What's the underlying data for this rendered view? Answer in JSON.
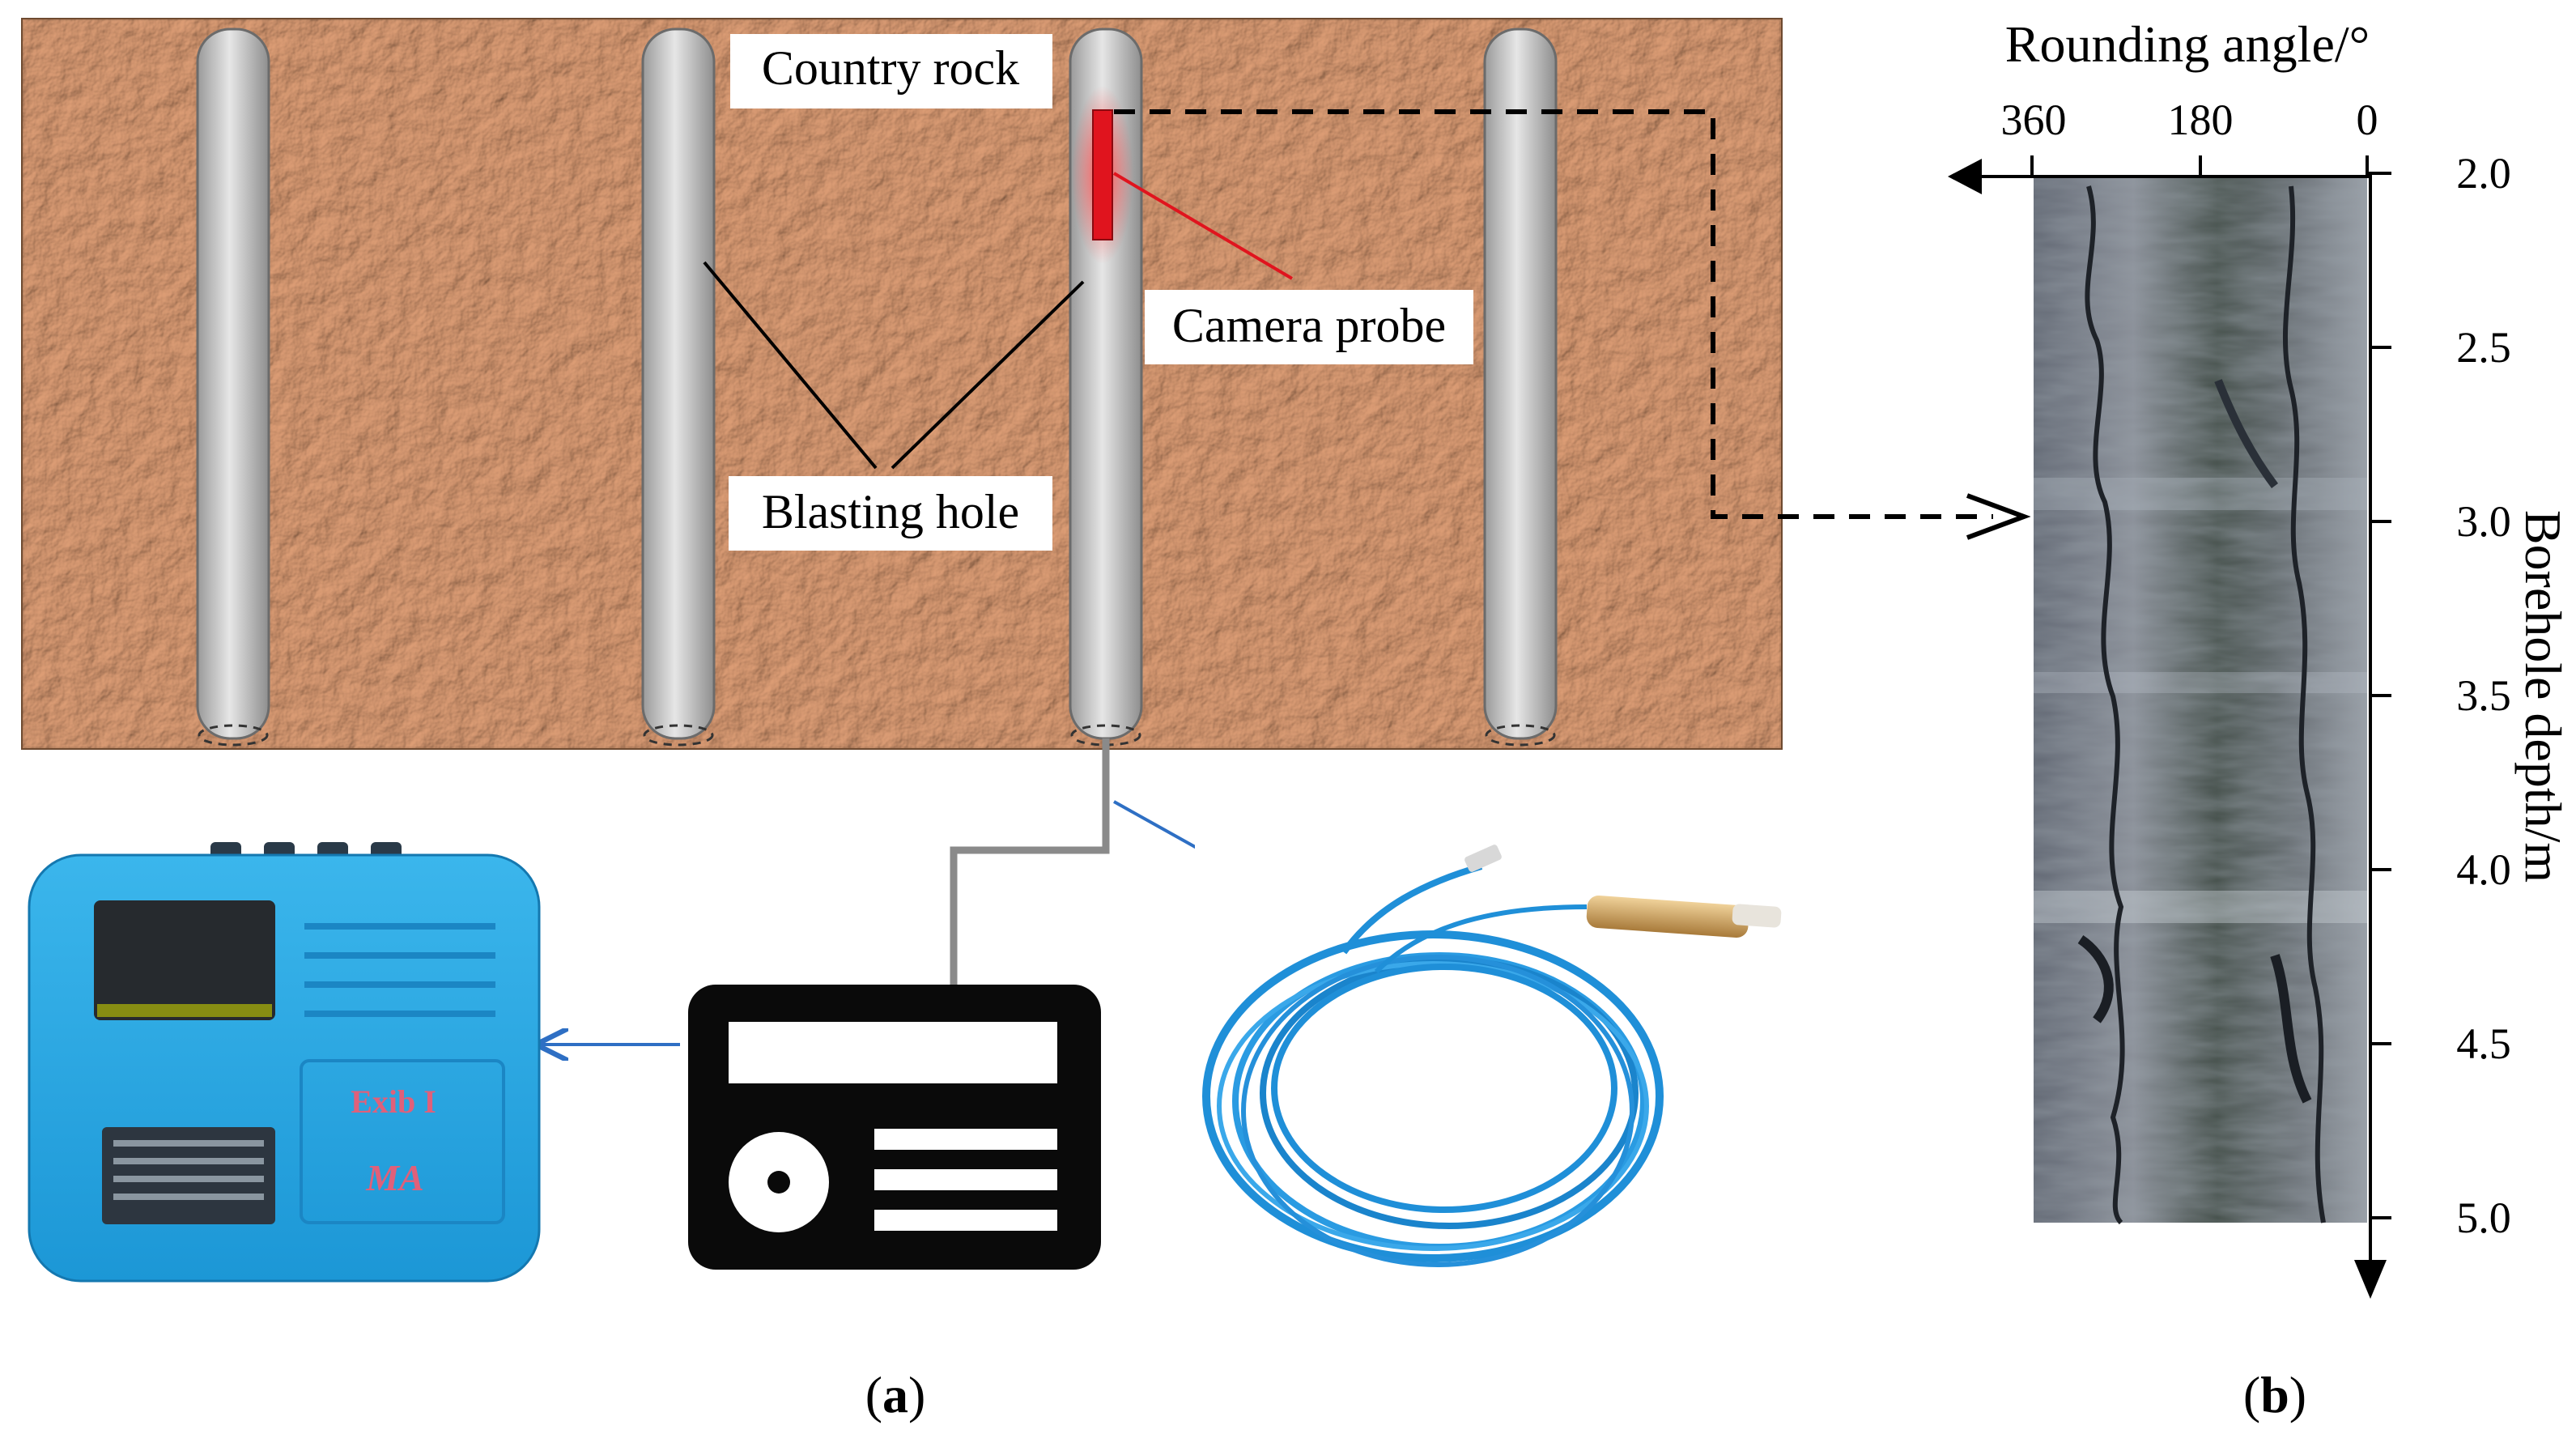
{
  "panel_a": {
    "labels": {
      "country_rock": "Country rock",
      "camera_probe": "Camera probe",
      "blasting_hole": "Blasting hole"
    },
    "instrument_text": {
      "brand": "Exib I",
      "model": "MA"
    },
    "caption_letter": "a"
  },
  "panel_b": {
    "x_axis_label": "Rounding angle/°",
    "x_ticks": [
      "360",
      "180",
      "0"
    ],
    "y_axis_label": "Borehole depth/m",
    "y_ticks": [
      "2.0",
      "2.5",
      "3.0",
      "3.5",
      "4.0",
      "4.5",
      "5.0"
    ],
    "caption_letter": "b"
  },
  "colors": {
    "rock": "#c8865e",
    "hole": "#cfcfcf",
    "probe": "#e0141e",
    "device_blue": "#2aa7e0",
    "cable_blue": "#1f8fd8",
    "arrow_blue": "#2e6fc4",
    "borehole_image": "#4a5058"
  }
}
